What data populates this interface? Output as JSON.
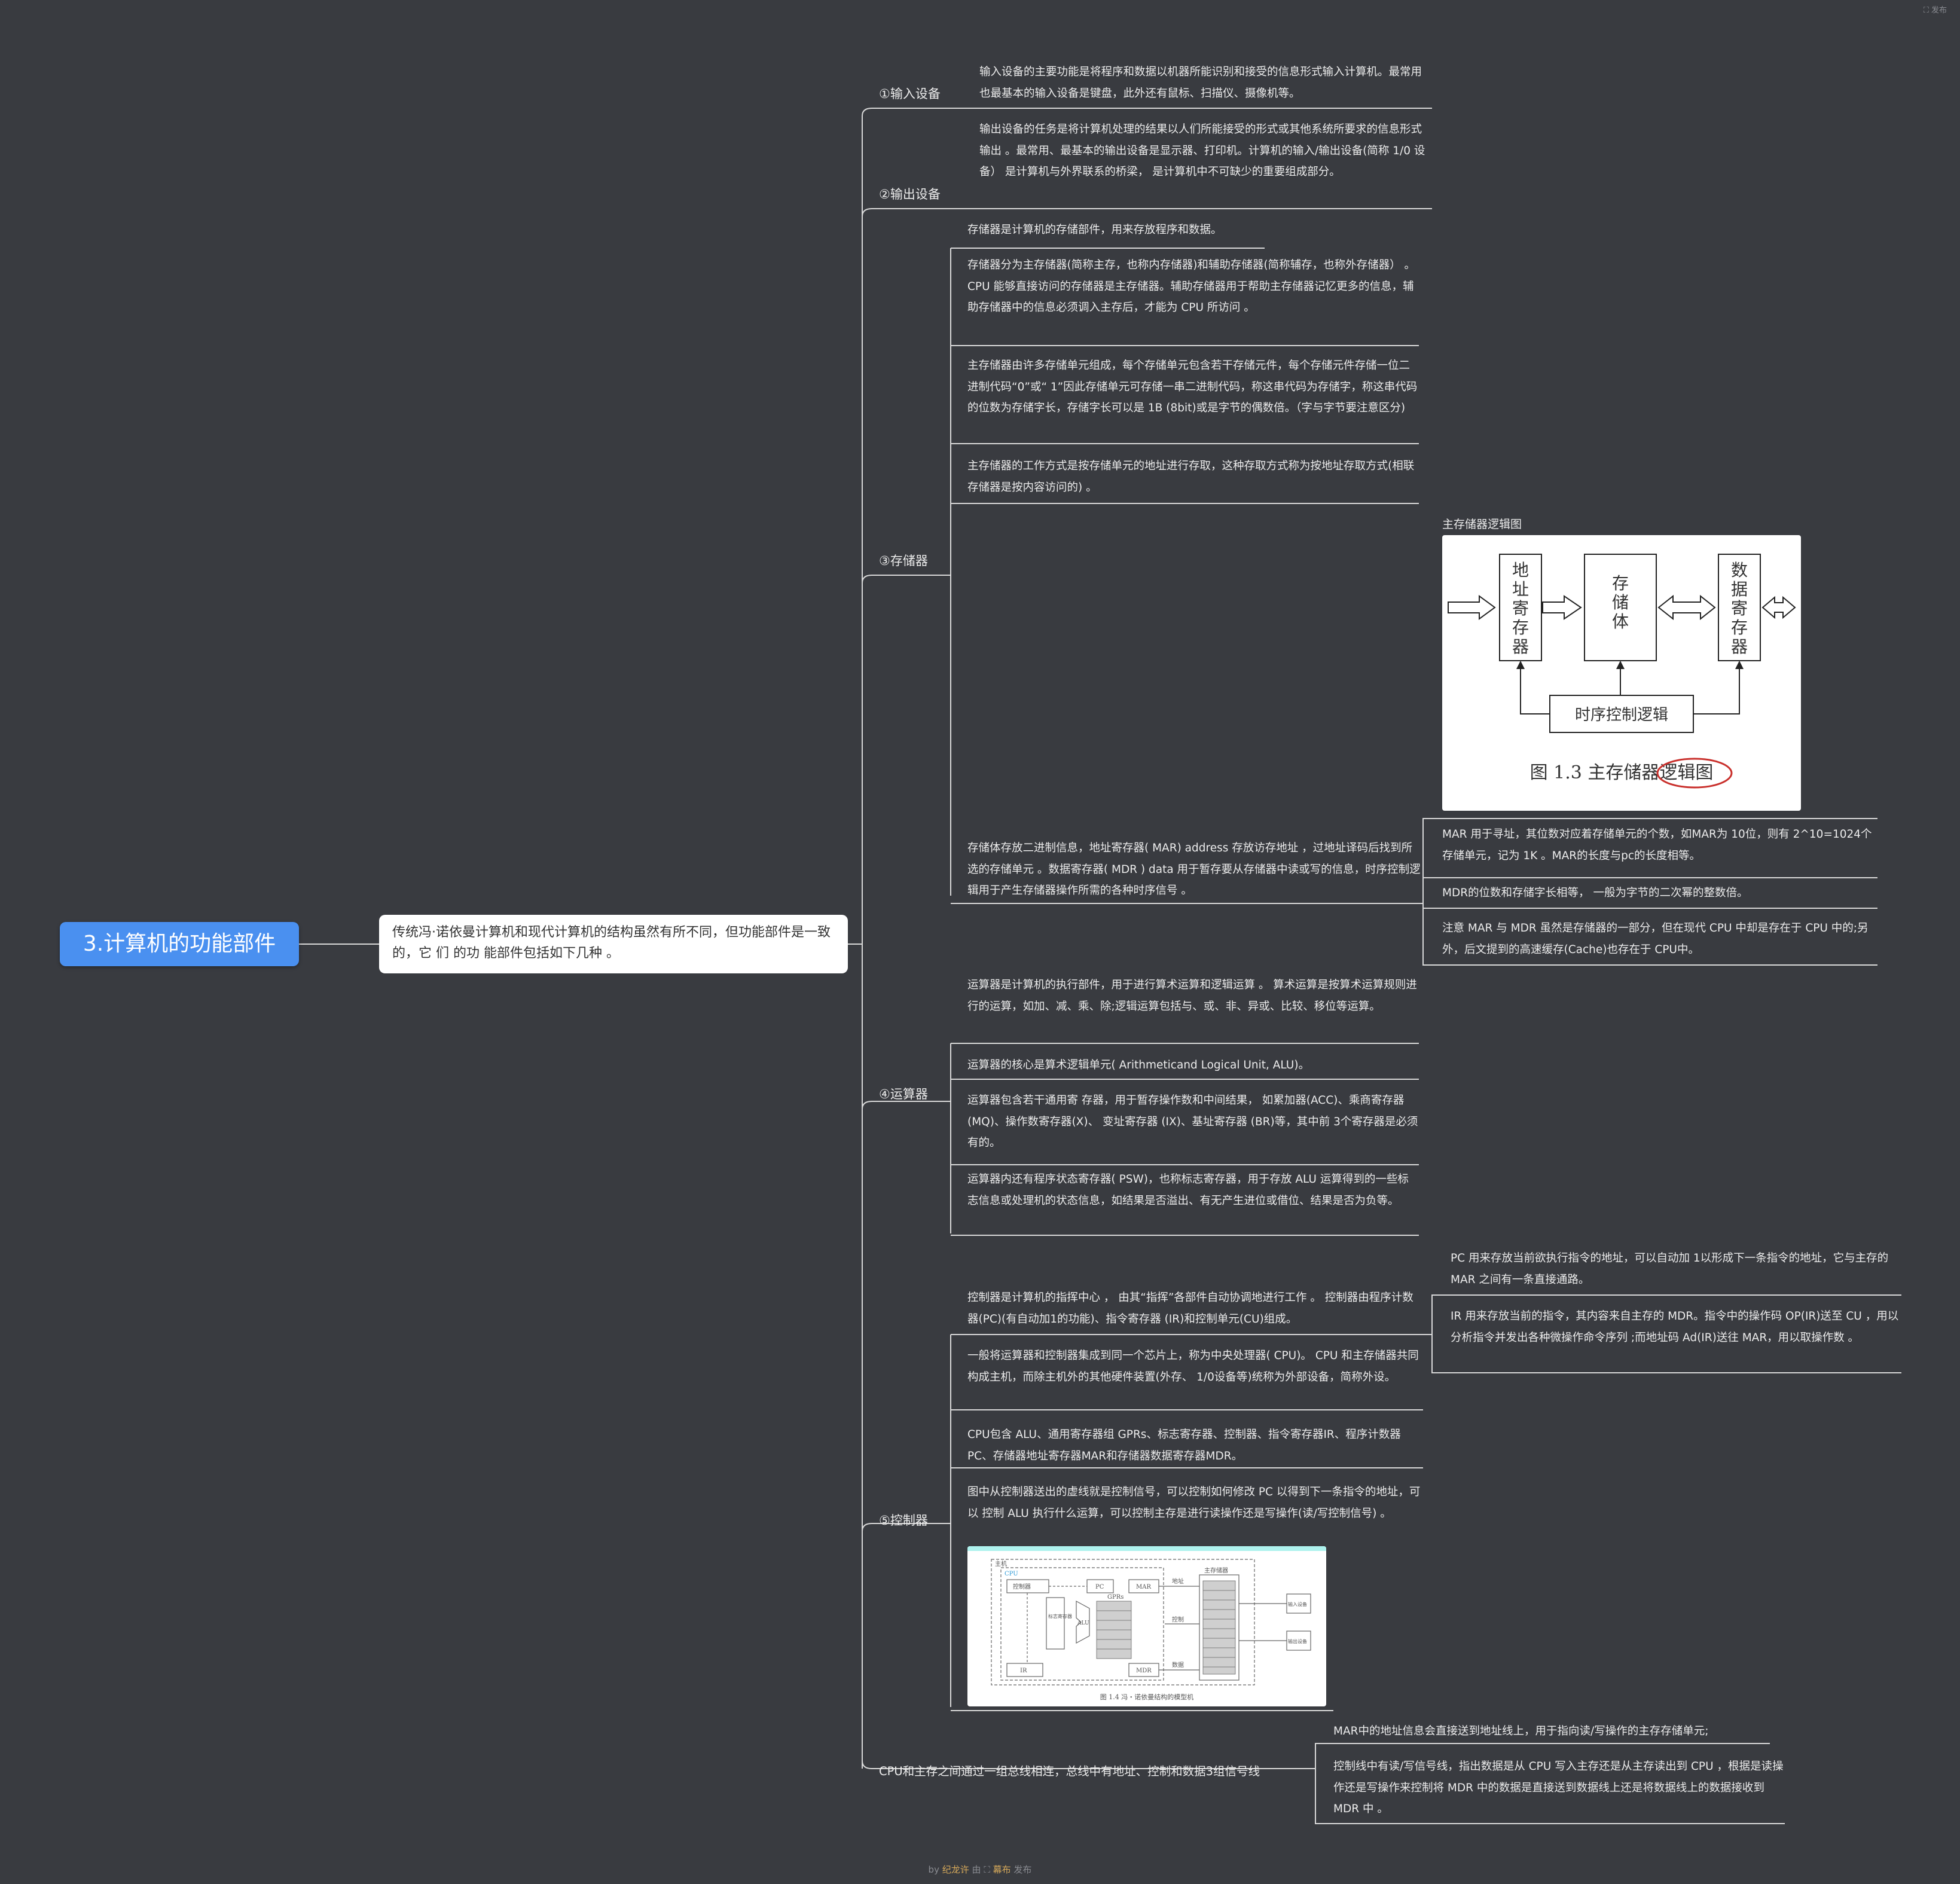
{
  "topbar": {
    "label": "发布"
  },
  "root": {
    "title": "3.计算机的功能部件"
  },
  "intro": {
    "text": "传统冯·诺依曼计算机和现代计算机的结构虽然有所不同，但功能部件是一致的，它 们 的功 能部件包括如下几种 。"
  },
  "branches": {
    "input": {
      "label": "①输入设备",
      "text": "输入设备的主要功能是将程序和数据以机器所能识别和接受的信息形式输入计算机。最常用也最基本的输入设备是键盘，此外还有鼠标、扫描仪、摄像机等。"
    },
    "output": {
      "label": "②输出设备",
      "text": "输出设备的任务是将计算机处理的结果以人们所能接受的形式或其他系统所要求的信息形式输出 。最常用、最基本的输出设备是显示器、打印机。计算机的输入/输出设备(简称 1/0 设备） 是计算机与外界联系的桥梁， 是计算机中不可缺少的重要组成部分。"
    },
    "memory": {
      "label": "③存储器",
      "items": [
        "存储器是计算机的存储部件，用来存放程序和数据。",
        "存储器分为主存储器(简称主存，也称内存储器)和辅助存储器(简称辅存，也称外存储器） 。CPU 能够直接访问的存储器是主存储器。辅助存储器用于帮助主存储器记忆更多的信息，辅助存储器中的信息必须调入主存后，才能为 CPU 所访问 。",
        "主存储器由许多存储单元组成，每个存储单元包含若干存储元件，每个存储元件存储一位二进制代码“0”或“ 1”因此存储单元可存储一串二进制代码，称这串代码为存储字，称这串代码的位数为存储字长，存储字长可以是 1B (8bit)或是字节的偶数倍。（字与字节要注意区分)",
        "主存储器的工作方式是按存储单元的地址进行存取，这种存取方式称为按地址存取方式(相联存储器是按内容访问的) 。",
        "存储体存放二进制信息，地址寄存器( MAR) address 存放访存地址 ，过地址译码后找到所选的存储单元 。数据寄存器( MDR ) data 用于暂存要从存储器中读或写的信息，时序控制逻辑用于产生存储器操作所需的各种时序信号 。"
      ],
      "figure": {
        "caption": "主存储器逻辑图",
        "addr_reg": "地址寄存器",
        "store": "存储体",
        "data_reg": "数据寄存器",
        "timing": "时序控制逻辑",
        "fig_title": "图 1.3   主存储器逻辑图"
      },
      "notes": [
        "MAR 用于寻址，其位数对应着存储单元的个数，如MAR为 10位，则有 2^10=1024个存储单元，记为 1K 。MAR的长度与pc的长度相等。",
        "MDR的位数和存储字长相等， 一般为字节的二次幂的整数倍。",
        "注意 MAR 与 MDR 虽然是存储器的一部分，但在现代 CPU 中却是存在于 CPU 中的;另外，后文提到的高速缓存(Cache)也存在于 CPU中。"
      ]
    },
    "alu": {
      "label": "④运算器",
      "items": [
        "运算器是计算机的执行部件，用于进行算术运算和逻辑运算 。 算术运算是按算术运算规则进行的运算，如加、减、乘、除;逻辑运算包括与、或、非、异或、比较、移位等运算。",
        "运算器的核心是算术逻辑单元( Arithmeticand Logical Unit, ALU)。",
        "运算器包含若干通用寄 存器，用于暂存操作数和中间结果， 如累加器(ACC)、乘商寄存器(MQ)、操作数寄存器(X)、 变址寄存器 (IX)、基址寄存器 (BR)等，其中前 3个寄存器是必须有的。",
        "运算器内还有程序状态寄存器( PSW)，也称标志寄存器，用于存放 ALU 运算得到的一些标志信息或处理机的状态信息，如结果是否溢出、有无产生进位或借位、结果是否为负等。"
      ]
    },
    "control": {
      "label": "⑤控制器",
      "items": [
        "控制器是计算机的指挥中心 ， 由其“指挥”各部件自动协调地进行工作 。 控制器由程序计数器(PC)(有自动加1的功能)、指令寄存器 (IR)和控制单元(CU)组成。",
        "一般将运算器和控制器集成到同一个芯片上，称为中央处理器( CPU)。 CPU 和主存储器共同构成主机，而除主机外的其他硬件装置(外存、 1/0设备等)统称为外部设备，简称外设。",
        "CPU包含 ALU、通用寄存器组 GPRs、标志寄存器、控制器、指令寄存器IR、程序计数器PC、存储器地址寄存器MAR和存储器数据寄存器MDR。",
        "图中从控制器送出的虚线就是控制信号，可以控制如何修改 PC 以得到下一条指令的地址，可以 控制 ALU 执行什么运算，可以控制主存是进行读操作还是写操作(读/写控制信号) 。"
      ],
      "notes": [
        "PC 用来存放当前欲执行指令的地址，可以自动加 1以形成下一条指令的地址，它与主存的 MAR 之间有一条直接通路。",
        "IR 用来存放当前的指令，其内容来自主存的 MDR。指令中的操作码 OP(IR)送至 CU ，用以分析指令并发出各种微操作命令序列 ;而地址码 Ad(IR)送往 MAR，用以取操作数 。"
      ],
      "figure": {
        "host": "主机",
        "cpu": "CPU",
        "controller": "控制器",
        "pc": "PC",
        "mar": "MAR",
        "gprs": "GPRs",
        "flags": "标志寄存器",
        "alu": "ALU",
        "ir": "IR",
        "mdr": "MDR",
        "main_mem": "主存储器",
        "addr": "地址",
        "ctrl": "控制",
        "data": "数据",
        "in_dev": "输入设备",
        "out_dev": "输出设备",
        "fig_title": "图 1.4   冯・诺依曼结构的模型机"
      }
    },
    "bus": {
      "label": "CPU和主存之间通过一组总线相连，总线中有地址、控制和数据3组信号线",
      "items": [
        "MAR中的地址信息会直接送到地址线上，用于指向读/写操作的主存存储单元;",
        "控制线中有读/写信号线，指出数据是从 CPU 写入主存还是从主存读出到 CPU ，根据是读操作还是写操作来控制将 MDR 中的数据是直接送到数据线上还是将数据线上的数据接收到MDR 中 。"
      ]
    }
  },
  "footer": {
    "by": "by",
    "author": "纪龙许",
    "mid": "由",
    "brand": "幕布",
    "tail": "发布"
  }
}
